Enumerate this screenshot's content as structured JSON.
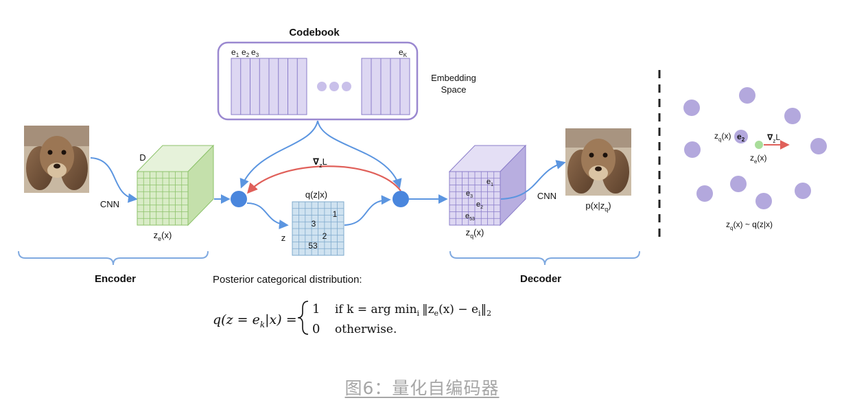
{
  "codebook": {
    "title": "Codebook",
    "labels": {
      "e1": "e",
      "e1_sub": "1",
      "e2": "e",
      "e2_sub": "2",
      "e3": "e",
      "e3_sub": "3",
      "eK": "e",
      "eK_sub": "K"
    },
    "embedding_space": [
      "Embedding",
      "Space"
    ]
  },
  "encoder": {
    "cnn_label": "CNN",
    "depth_label": "D",
    "ze_label": "z",
    "ze_sub": "e",
    "ze_tail": "(x)",
    "bracket_label": "Encoder"
  },
  "middle": {
    "grad_label": "∇",
    "grad_sub": "z",
    "grad_tail": "L",
    "q_label": "q(z|x)",
    "z_label": "z",
    "grid_values": [
      "1",
      "3",
      "2",
      "53"
    ]
  },
  "decoder": {
    "cnn_label": "CNN",
    "zq_label": "z",
    "zq_sub": "q",
    "zq_tail": "(x)",
    "px_label": "p(x|z",
    "px_sub": "q",
    "px_tail": ")",
    "cube_labels": [
      {
        "t": "e",
        "s": "1"
      },
      {
        "t": "e",
        "s": "3"
      },
      {
        "t": "e",
        "s": "2"
      },
      {
        "t": "e",
        "s": "53"
      }
    ],
    "bracket_label": "Decoder"
  },
  "posterior": {
    "heading": "Posterior categorical distribution:",
    "lhs": "q(z = e",
    "lhs_sub": "k",
    "lhs_tail": "|x) =",
    "case1_value": "1",
    "case1_cond": "if k = arg min",
    "case1_sub": "i",
    "case1_tail": "‖z",
    "case1_sub2": "e",
    "case1_tail2": "(x) − e",
    "case1_sub3": "i",
    "case1_tail3": "‖",
    "case1_sub4": "2",
    "case2_value": "0",
    "case2_cond": "otherwise."
  },
  "embedding_panel": {
    "zq_label": "z",
    "zq_sub": "q",
    "zq_tail": "(x)",
    "e2_label": "e",
    "e2_sub": "2",
    "grad_label": "∇",
    "grad_sub": "z",
    "grad_tail": "L",
    "ze_label": "z",
    "ze_sub": "e",
    "ze_tail": "(x)",
    "formula": "z",
    "formula_sub": "q",
    "formula_tail": "(x) ~ q(z|x)"
  },
  "caption": "图6：量化自编码器",
  "colors": {
    "purple": "#b8aee0",
    "purple_light": "#ddd7f2",
    "purple_stroke": "#8a7cc9",
    "green_light": "#d9ecc7",
    "green_stroke": "#8cc26a",
    "blue_light": "#cfe2f0",
    "blue_stroke": "#7ea9cc",
    "arrow_blue": "#5b95e0",
    "arrow_red": "#e0605a",
    "node_blue": "#4a86dd",
    "dot_green": "#a9dd9a"
  }
}
